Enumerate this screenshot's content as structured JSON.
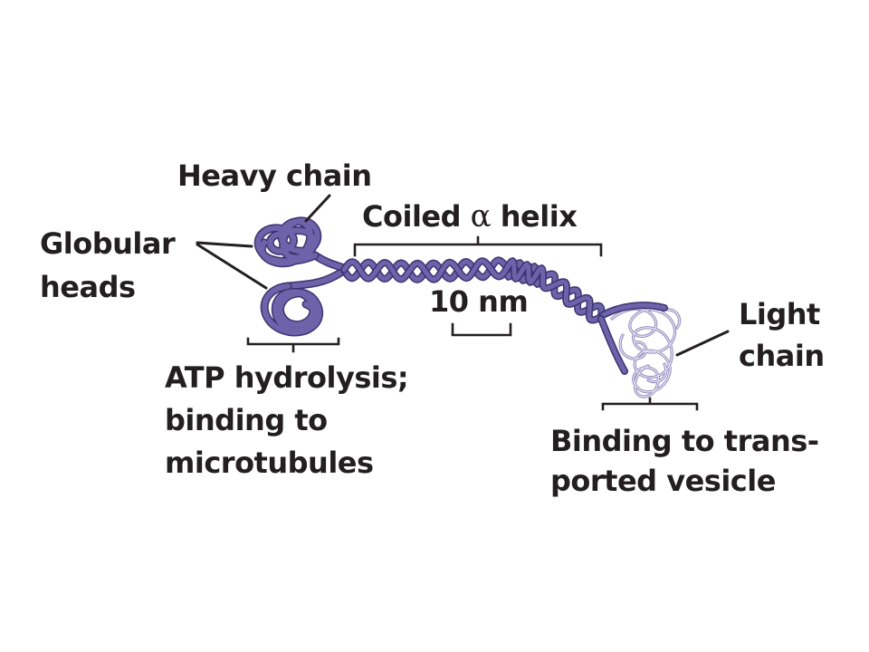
{
  "labels": {
    "heavy_chain": "Heavy chain",
    "globular_heads_1": "Globular",
    "globular_heads_2": "heads",
    "coiled_prefix": "Coiled",
    "coiled_alpha": "α",
    "coiled_suffix": "helix",
    "scale_bar": "10 nm",
    "atp_1": "ATP hydrolysis;",
    "atp_2": "binding to",
    "atp_3": "microtubules",
    "light_chain_1": "Light",
    "light_chain_2": "chain",
    "vesicle_1": "Binding to trans-",
    "vesicle_2": "ported vesicle"
  },
  "colors": {
    "heavy_chain": "#6e62aa",
    "heavy_chain_outline": "#3c3470",
    "light_chain": "#b9b2d8",
    "light_chain_outline": "#8c84b8",
    "label_text": "#231f20",
    "leader_lines": "#231f20"
  }
}
